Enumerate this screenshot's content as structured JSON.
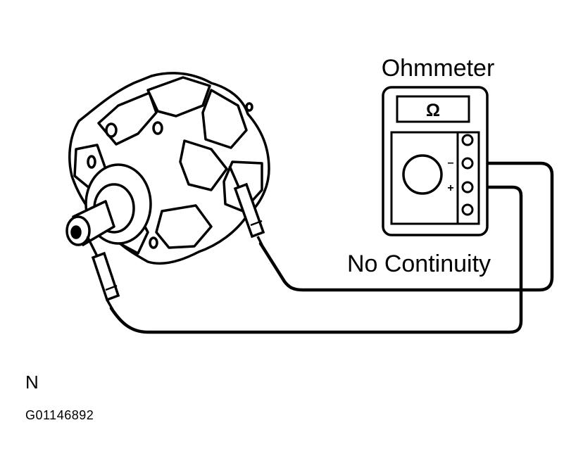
{
  "diagram": {
    "meter_title": "Ohmmeter",
    "meter_unit_symbol": "Ω",
    "minus_terminal": "–",
    "plus_terminal": "+",
    "result_text": "No Continuity"
  },
  "caption": {
    "code_letter": "N",
    "figure_code": "G01146892"
  }
}
